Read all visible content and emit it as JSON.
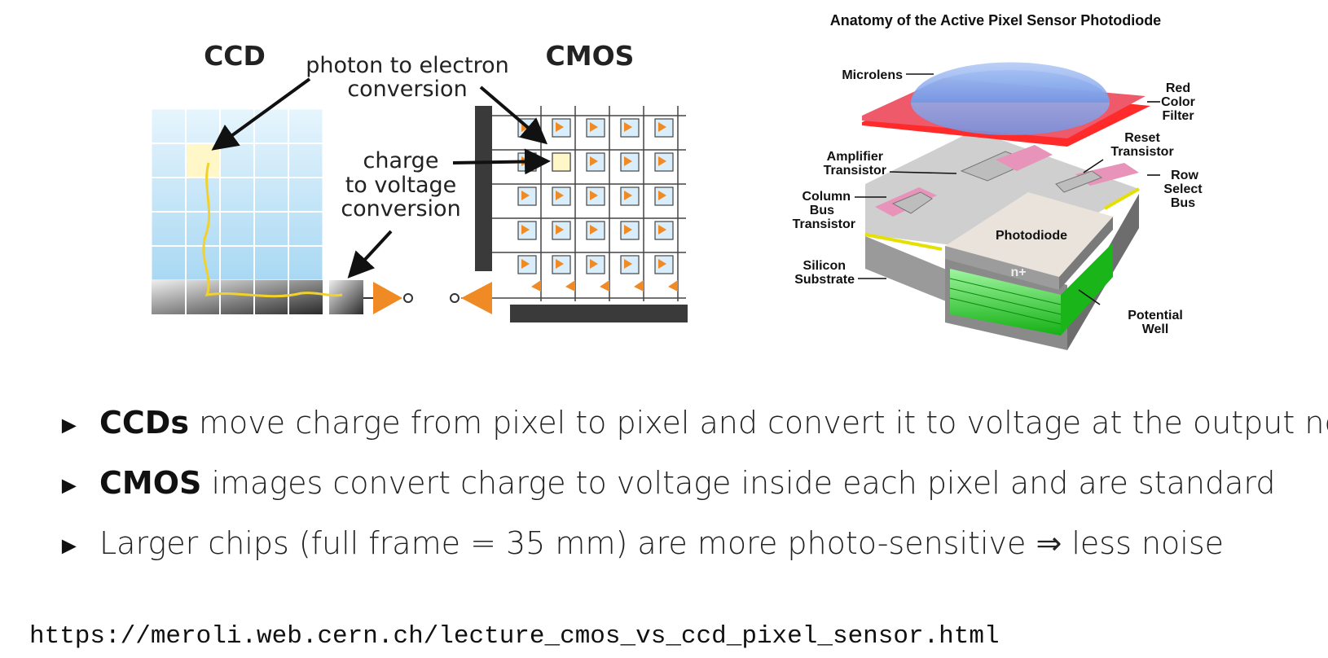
{
  "ccd_cmos_figure": {
    "ccd_title": "CCD",
    "cmos_title": "CMOS",
    "photon_label_line1": "photon to electron",
    "photon_label_line2": "conversion",
    "charge_label_line1": "charge",
    "charge_label_line2": "to voltage",
    "charge_label_line3": "conversion"
  },
  "aps_figure": {
    "title": "Anatomy of the Active Pixel Sensor Photodiode",
    "labels": {
      "microlens": "Microlens",
      "red": "Red",
      "color": "Color",
      "filter": "Filter",
      "reset": "Reset",
      "transistor": "Transistor",
      "amplifier": "Amplifier",
      "row": "Row",
      "select": "Select",
      "bus": "Bus",
      "column": "Column",
      "photodiode": "Photodiode",
      "silicon": "Silicon",
      "substrate": "Substrate",
      "nplus": "n+",
      "potential": "Potential",
      "well": "Well"
    }
  },
  "bullets": [
    {
      "bold": "CCDs",
      "text": " move charge from pixel to pixel and convert it to voltage at the output node"
    },
    {
      "bold": "CMOS",
      "text": " images convert charge to voltage inside each pixel and are standard"
    },
    {
      "bold": "",
      "text": "Larger chips (full frame = 35 mm) are more photo-sensitive ⇒ less noise"
    }
  ],
  "url": "https://meroli.web.cern.ch/lecture_cmos_vs_ccd_pixel_sensor.html",
  "colors": {
    "pixel_blue": "#cfe9f8",
    "amplifier_orange": "#f08a24",
    "photodiode_green": "#2fd62f",
    "filter_red": "#ff2a2a"
  }
}
